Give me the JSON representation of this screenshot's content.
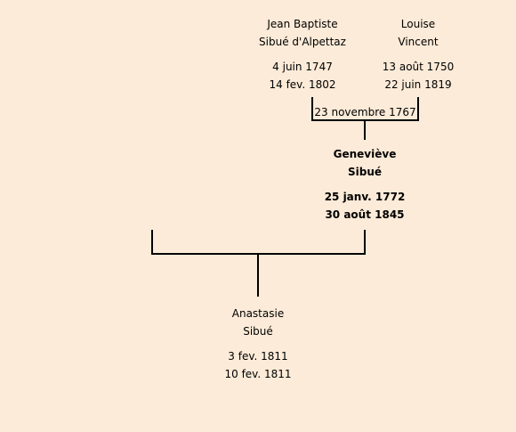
{
  "father": {
    "name_line1": "Jean Baptiste",
    "name_line2": "Sibué d'Alpettaz",
    "birth": "4 juin 1747",
    "death": "14 fev. 1802"
  },
  "mother": {
    "name_line1": "Louise",
    "name_line2": "Vincent",
    "birth": "13 août 1750",
    "death": "22 juin 1819"
  },
  "marriage": {
    "date": "23 novembre 1767"
  },
  "subject": {
    "name_line1": "Geneviève",
    "name_line2": "Sibué",
    "birth": "25 janv. 1772",
    "death": "30 août 1845"
  },
  "child": {
    "name_line1": "Anastasie",
    "name_line2": "Sibué",
    "birth": "3 fev. 1811",
    "death": "10 fev. 1811"
  }
}
